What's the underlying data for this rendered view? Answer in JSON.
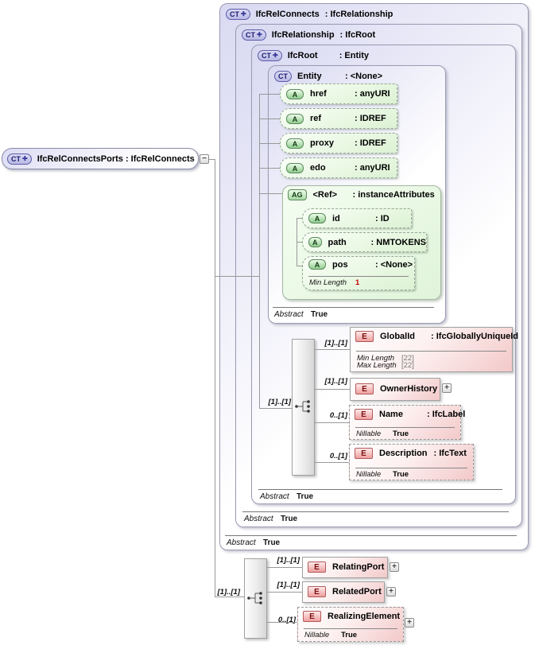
{
  "diagram": {
    "root": {
      "badge": "CT",
      "plus": "✚",
      "label": "IfcRelConnectsPorts : IfcRelConnects"
    },
    "expanders": {
      "collapse": "−",
      "expand": "+"
    },
    "boxes": {
      "ifcRelConnects": {
        "badge": "CT",
        "plus": "✚",
        "name": "IfcRelConnects",
        "type": ": IfcRelationship",
        "abstract": {
          "label": "Abstract",
          "value": "True"
        }
      },
      "ifcRelationship": {
        "badge": "CT",
        "plus": "✚",
        "name": "IfcRelationship",
        "type": ": IfcRoot",
        "abstract": {
          "label": "Abstract",
          "value": "True"
        }
      },
      "ifcRoot": {
        "badge": "CT",
        "plus": "✚",
        "name": "IfcRoot",
        "type": ": Entity",
        "abstract": {
          "label": "Abstract",
          "value": "True"
        }
      },
      "entity": {
        "badge": "CT",
        "name": "Entity",
        "type": ": <None>",
        "abstract": {
          "label": "Abstract",
          "value": "True"
        }
      }
    },
    "attributes": [
      {
        "badge": "A",
        "name": "href",
        "type": ": anyURI"
      },
      {
        "badge": "A",
        "name": "ref",
        "type": ": IDREF"
      },
      {
        "badge": "A",
        "name": "proxy",
        "type": ": IDREF"
      },
      {
        "badge": "A",
        "name": "edo",
        "type": ": anyURI"
      }
    ],
    "attributeGroup": {
      "badge": "AG",
      "name": "<Ref>",
      "type": ": instanceAttributes",
      "attributes": [
        {
          "badge": "A",
          "name": "id",
          "type": ": ID"
        },
        {
          "badge": "A",
          "name": "path",
          "type": ": NMTOKENS"
        },
        {
          "badge": "A",
          "name": "pos",
          "type": ": <None>",
          "facet": {
            "label": "Min Length",
            "value": "1"
          }
        }
      ]
    },
    "sequences": {
      "entityContent": {
        "cardinality": "[1]..[1]"
      },
      "portsContent": {
        "cardinality": "[1]..[1]"
      }
    },
    "elements": {
      "globalId": {
        "badge": "E",
        "cardinality": "[1]..[1]",
        "name": "GlobalId",
        "type": ": IfcGloballyUniqueId",
        "facets": [
          {
            "label": "Min Length",
            "value": "[22]"
          },
          {
            "label": "Max Length",
            "value": "[22]"
          }
        ]
      },
      "ownerHistory": {
        "badge": "E",
        "cardinality": "[1]..[1]",
        "name": "OwnerHistory"
      },
      "name": {
        "badge": "E",
        "cardinality": "0..[1]",
        "name": "Name",
        "type": ": IfcLabel",
        "facets": [
          {
            "label": "Nillable",
            "value": "True"
          }
        ]
      },
      "description": {
        "badge": "E",
        "cardinality": "0..[1]",
        "name": "Description",
        "type": ": IfcText",
        "facets": [
          {
            "label": "Nillable",
            "value": "True"
          }
        ]
      },
      "relatingPort": {
        "badge": "E",
        "cardinality": "[1]..[1]",
        "name": "RelatingPort"
      },
      "relatedPort": {
        "badge": "E",
        "cardinality": "[1]..[1]",
        "name": "RelatedPort"
      },
      "realizingElement": {
        "badge": "E",
        "cardinality": "0..[1]",
        "name": "RealizingElement",
        "facets": [
          {
            "label": "Nillable",
            "value": "True"
          }
        ]
      }
    },
    "colors": {
      "container_fill": "#d9d9f2",
      "container_border": "#9a9ab2",
      "attribute_fill": "#e4f5dc",
      "attribute_border": "#98a898",
      "element_fill": "#f3c9c9",
      "element_border": "#999999",
      "badge_ct_border": "#5c5ca8",
      "badge_e_border": "#b35a5a",
      "facet_warn": "#cc0000",
      "line": "#999999"
    }
  }
}
